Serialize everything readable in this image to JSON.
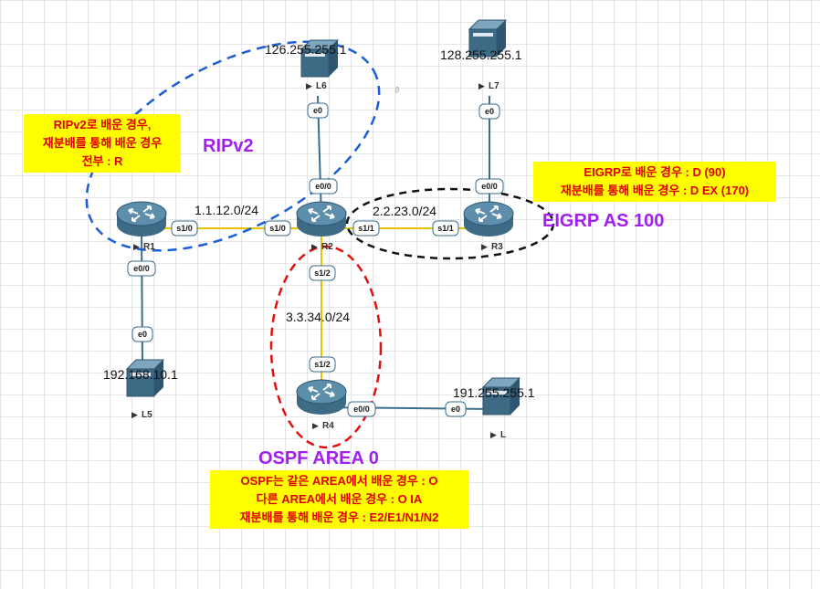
{
  "colors": {
    "rip": "#1a5fd6",
    "ospf": "#e01010",
    "eigrp": "#111111",
    "link": "#e6c200",
    "ethernet": "#3b6e8c",
    "note_bg": "#ffff00",
    "note_text": "#e00000",
    "zone_text": "#a020f0"
  },
  "devices": {
    "r1": "R1",
    "r2": "R2",
    "r3": "R3",
    "r4": "R4",
    "l5": "L5",
    "l6": "L6",
    "l7": "L7",
    "l": "L"
  },
  "device_icons": {
    "router": "router-icon",
    "server": "server-icon",
    "start": "play-triangle-icon"
  },
  "ips": {
    "l6": "126.255.255.1",
    "l7": "128.255.255.1",
    "l5": "192.168.10.1",
    "l": "191.255.255.1"
  },
  "subnets": {
    "r1_r2": "1.1.12.0/24",
    "r2_r3": "2.2.23.0/24",
    "r2_r4": "3.3.34.0/24"
  },
  "interfaces": {
    "l6_e0": "e0",
    "r2_e00": "e0/0",
    "l7_e0": "e0",
    "r3_e00": "e0/0",
    "r1_s10": "s1/0",
    "r2_s10": "s1/0",
    "r2_s11": "s1/1",
    "r3_s11": "s1/1",
    "r1_e00": "e0/0",
    "l5_e0": "e0",
    "r2_s12": "s1/2",
    "r4_s12": "s1/2",
    "r4_e00": "e0/0",
    "l_e0": "e0"
  },
  "zones": {
    "rip": "RIPv2",
    "eigrp": "EIGRP AS 100",
    "ospf": "OSPF AREA 0"
  },
  "notes": {
    "rip": [
      "RIPv2로 배운 경우,",
      "재분배를 통해 배운 경우",
      "전부 : R"
    ],
    "eigrp": [
      "EIGRP로 배운 경우 : D (90)",
      "재분배를 통해 배운 경우 : D EX (170)"
    ],
    "ospf": [
      "OSPF는 같은 AREA에서 배운 경우 : O",
      "다른 AREA에서 배운 경우 : O IA",
      "재분배를 통해 배운 경우 : E2/E1/N1/N2"
    ]
  }
}
